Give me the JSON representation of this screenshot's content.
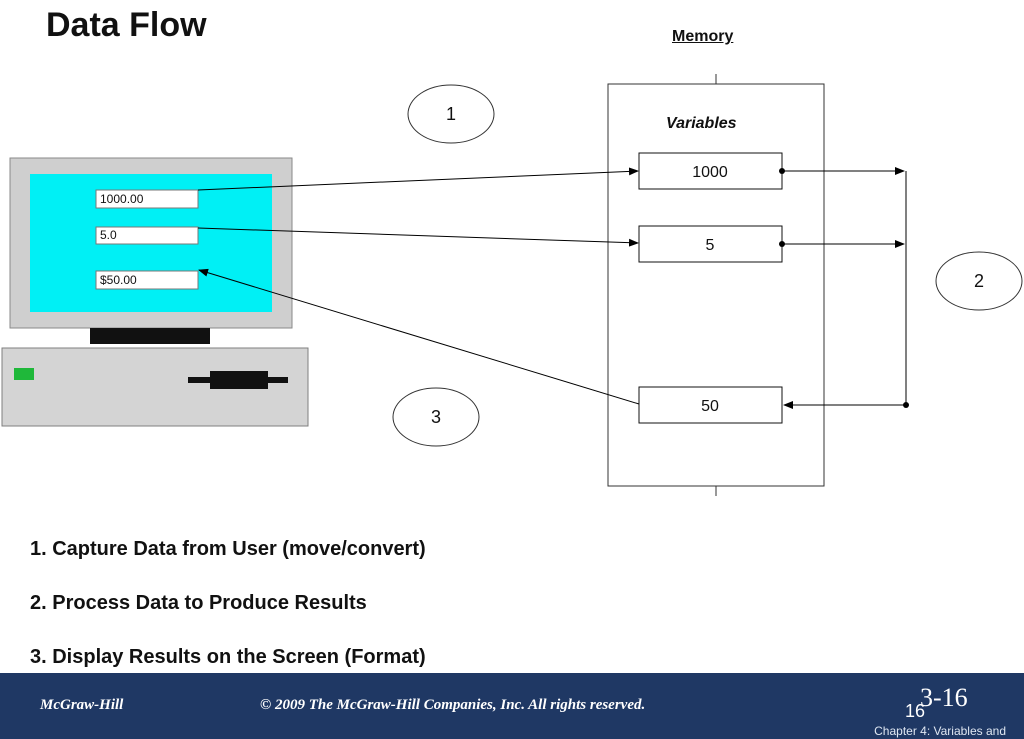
{
  "title": "Data Flow",
  "memory": {
    "label": "Memory",
    "section_title": "Variables"
  },
  "screen_fields": [
    "1000.00",
    "5.0",
    "$50.00"
  ],
  "variables": [
    "1000",
    "5",
    "50"
  ],
  "circles": [
    "1",
    "2",
    "3"
  ],
  "steps": [
    "1.  Capture Data from User (move/convert)",
    "2.  Process Data to Produce Results",
    "3.  Display Results on the Screen (Format)"
  ],
  "footer": {
    "publisher": "McGraw-Hill",
    "copyright": "© 2009 The McGraw-Hill Companies, Inc. All rights reserved.",
    "slide_number": "3-16",
    "page_number": "16",
    "chapter": "Chapter 4: Variables and"
  },
  "colors": {
    "screen": "#00f0f5",
    "footer": "#1f3864",
    "monitor": "#cfcfcf"
  }
}
